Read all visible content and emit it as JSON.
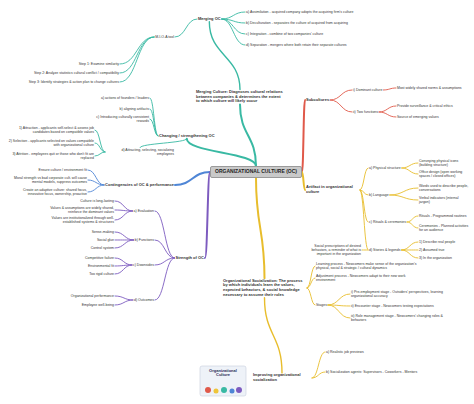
{
  "diagram": {
    "nodes": [
      {
        "text": [
          "ORGANIZATIONAL CULTURE (OC)"
        ]
      },
      {
        "text": [
          "Merging OC"
        ]
      },
      {
        "text": [
          "a) Assimilation - acquired company adopts the acquiring firm's culture"
        ]
      },
      {
        "text": [
          "b) Deculturation - separates the culture of acquired from acquiring"
        ]
      },
      {
        "text": [
          "c) Integration - combine of two companies' culture"
        ]
      },
      {
        "text": [
          "d) Separation - mergers where both retain their separate cultures"
        ]
      },
      {
        "text": [
          "M-I-O-A tool"
        ]
      },
      {
        "text": [
          "Step 1: Examine similarity"
        ]
      },
      {
        "text": [
          "Step 2: Analyze statistics cultural conflict / compatibility"
        ]
      },
      {
        "text": [
          "Step 3: Identify strategies & action plan to change cultures"
        ]
      },
      {
        "text": [
          "Merging Culture: Diagnoses cultural relations between companies & determines the extent to which culture will likely occur"
        ]
      },
      {
        "text": [
          "Changing / strengthening OC"
        ]
      },
      {
        "text": [
          "a) actions of founders / leaders"
        ]
      },
      {
        "text": [
          "b) aligning artifacts"
        ]
      },
      {
        "text": [
          "c) Introducing culturally consistent rewards"
        ]
      },
      {
        "text": [
          "d) Attracting, selecting, socializing employees"
        ]
      },
      {
        "text": [
          "1) Attraction - applicants self-select & assess job candidates based on compatible values"
        ]
      },
      {
        "text": [
          "2) Selection - applicants selected on values compatible with organizational culture"
        ]
      },
      {
        "text": [
          "3) Attrition - employees quit or those who don't fit are replaced"
        ]
      },
      {
        "text": [
          "Contingencies of OC & performance"
        ]
      },
      {
        "text": [
          "Ensure culture / environment fit"
        ]
      },
      {
        "text": [
          "Moral strength vs bad corporate cult. will cause mental models, suppress outcomes"
        ]
      },
      {
        "text": [
          "Create an adaptive culture: shared focus, innovative focus, ownership, proactive"
        ]
      },
      {
        "text": [
          "Strength of OC"
        ]
      },
      {
        "text": [
          "a) Evaluation"
        ]
      },
      {
        "text": [
          "Culture is long-lasting"
        ]
      },
      {
        "text": [
          "Values & assumptions are widely shared, reinforce the dominant values"
        ]
      },
      {
        "text": [
          "Values are institutionalized through well-established systems & structures"
        ]
      },
      {
        "text": [
          "b) Functions"
        ]
      },
      {
        "text": [
          "Sense-making"
        ]
      },
      {
        "text": [
          "Social glue"
        ]
      },
      {
        "text": [
          "Control system"
        ]
      },
      {
        "text": [
          "c) Downsides"
        ]
      },
      {
        "text": [
          "Competitive failure"
        ]
      },
      {
        "text": [
          "Environmental fit"
        ]
      },
      {
        "text": [
          "Too rigid culture"
        ]
      },
      {
        "text": [
          "d) Outcomes"
        ]
      },
      {
        "text": [
          "Organizational performance"
        ]
      },
      {
        "text": [
          "Employee well-being"
        ]
      },
      {
        "text": [
          "Subcultures"
        ]
      },
      {
        "text": [
          "i) Dominant culture"
        ]
      },
      {
        "text": [
          "Most widely shared norms & assumptions"
        ]
      },
      {
        "text": [
          "ii) Two functions"
        ]
      },
      {
        "text": [
          "Provide surveillance & critical ethics"
        ]
      },
      {
        "text": [
          "Source of emerging values"
        ]
      },
      {
        "text": [
          "Artifact in organizational culture"
        ]
      },
      {
        "text": [
          "a) Physical structure"
        ]
      },
      {
        "text": [
          "Conveying physical icons (building structure)"
        ]
      },
      {
        "text": [
          "Office design (open working spaces / closed offices)"
        ]
      },
      {
        "text": [
          "b) Language"
        ]
      },
      {
        "text": [
          "Words used to describe people, conversations"
        ]
      },
      {
        "text": [
          "Verbal indicators (internal jargon)"
        ]
      },
      {
        "text": [
          "c) Rituals & ceremonies"
        ]
      },
      {
        "text": [
          "Rituals - Programmed routines"
        ]
      },
      {
        "text": [
          "Ceremonies - Planned activities for an audience"
        ]
      },
      {
        "text": [
          "d) Stories & legends"
        ]
      },
      {
        "text": [
          "Social prescriptions of desired behaviors, a reminder of what is important in the organization"
        ]
      },
      {
        "text": [
          "1) Describe real people"
        ]
      },
      {
        "text": [
          "2) Assumed true"
        ]
      },
      {
        "text": [
          "3) In the organization"
        ]
      },
      {
        "text": [
          "Organizational Socialization: The process by which individuals learn the values, expected behaviors, & social knowledge necessary to assume their roles"
        ]
      },
      {
        "text": [
          "Learning process - Newcomers make sense of the organization's physical, social & strategic / cultural dynamics"
        ]
      },
      {
        "text": [
          "Adjustment process - Newcomers adapt to their new work environment"
        ]
      },
      {
        "text": [
          "Stages"
        ]
      },
      {
        "text": [
          "i) Pre-employment stage - Outsiders' perspectives, learning organizational accuracy"
        ]
      },
      {
        "text": [
          "ii) Encounter stage - Newcomers testing expectations"
        ]
      },
      {
        "text": [
          "iii) Role management stage - Newcomers' changing roles & behaviors"
        ]
      },
      {
        "text": [
          "Improving organizational socialization"
        ]
      },
      {
        "text": [
          "a) Realistic job previews"
        ]
      },
      {
        "text": [
          "b) Socialization agents: Supervisors - Coworkers - Mentors"
        ]
      }
    ],
    "edges": [
      {
        "from": 0,
        "to": 10,
        "arrow": "none"
      },
      {
        "from": 10,
        "to": 1,
        "arrow": "none"
      },
      {
        "from": 1,
        "to": 2,
        "arrow": "none"
      },
      {
        "from": 1,
        "to": 3,
        "arrow": "none"
      },
      {
        "from": 1,
        "to": 4,
        "arrow": "none"
      },
      {
        "from": 1,
        "to": 5,
        "arrow": "none"
      },
      {
        "from": 1,
        "to": 6,
        "arrow": "none"
      },
      {
        "from": 6,
        "to": 7,
        "arrow": "none"
      },
      {
        "from": 6,
        "to": 8,
        "arrow": "none"
      },
      {
        "from": 6,
        "to": 9,
        "arrow": "none"
      },
      {
        "from": 0,
        "to": 11,
        "arrow": "none"
      },
      {
        "from": 11,
        "to": 12,
        "arrow": "none"
      },
      {
        "from": 11,
        "to": 13,
        "arrow": "none"
      },
      {
        "from": 11,
        "to": 14,
        "arrow": "none"
      },
      {
        "from": 11,
        "to": 15,
        "arrow": "none"
      },
      {
        "from": 15,
        "to": 16,
        "arrow": "none"
      },
      {
        "from": 15,
        "to": 17,
        "arrow": "none"
      },
      {
        "from": 15,
        "to": 18,
        "arrow": "none"
      },
      {
        "from": 0,
        "to": 19,
        "arrow": "none"
      },
      {
        "from": 19,
        "to": 20,
        "arrow": "none"
      },
      {
        "from": 19,
        "to": 21,
        "arrow": "none"
      },
      {
        "from": 19,
        "to": 22,
        "arrow": "none"
      },
      {
        "from": 0,
        "to": 23,
        "arrow": "none"
      },
      {
        "from": 23,
        "to": 24,
        "arrow": "none"
      },
      {
        "from": 24,
        "to": 25,
        "arrow": "none"
      },
      {
        "from": 24,
        "to": 26,
        "arrow": "none"
      },
      {
        "from": 24,
        "to": 27,
        "arrow": "none"
      },
      {
        "from": 23,
        "to": 28,
        "arrow": "none"
      },
      {
        "from": 28,
        "to": 29,
        "arrow": "none"
      },
      {
        "from": 28,
        "to": 30,
        "arrow": "none"
      },
      {
        "from": 28,
        "to": 31,
        "arrow": "none"
      },
      {
        "from": 23,
        "to": 32,
        "arrow": "none"
      },
      {
        "from": 32,
        "to": 33,
        "arrow": "none"
      },
      {
        "from": 32,
        "to": 34,
        "arrow": "none"
      },
      {
        "from": 32,
        "to": 35,
        "arrow": "none"
      },
      {
        "from": 23,
        "to": 36,
        "arrow": "none"
      },
      {
        "from": 36,
        "to": 37,
        "arrow": "none"
      },
      {
        "from": 36,
        "to": 38,
        "arrow": "none"
      },
      {
        "from": 0,
        "to": 39,
        "arrow": "none"
      },
      {
        "from": 39,
        "to": 40,
        "arrow": "none"
      },
      {
        "from": 40,
        "to": 41,
        "arrow": "none"
      },
      {
        "from": 39,
        "to": 42,
        "arrow": "none"
      },
      {
        "from": 42,
        "to": 43,
        "arrow": "none"
      },
      {
        "from": 42,
        "to": 44,
        "arrow": "none"
      },
      {
        "from": 0,
        "to": 45,
        "arrow": "none"
      },
      {
        "from": 45,
        "to": 46,
        "arrow": "none"
      },
      {
        "from": 46,
        "to": 47,
        "arrow": "none"
      },
      {
        "from": 46,
        "to": 48,
        "arrow": "none"
      },
      {
        "from": 45,
        "to": 49,
        "arrow": "none"
      },
      {
        "from": 49,
        "to": 50,
        "arrow": "none"
      },
      {
        "from": 49,
        "to": 51,
        "arrow": "none"
      },
      {
        "from": 45,
        "to": 52,
        "arrow": "none"
      },
      {
        "from": 52,
        "to": 53,
        "arrow": "none"
      },
      {
        "from": 52,
        "to": 54,
        "arrow": "none"
      },
      {
        "from": 45,
        "to": 55,
        "arrow": "none"
      },
      {
        "from": 55,
        "to": 56,
        "arrow": "none"
      },
      {
        "from": 55,
        "to": 57,
        "arrow": "none"
      },
      {
        "from": 55,
        "to": 58,
        "arrow": "none"
      },
      {
        "from": 55,
        "to": 59,
        "arrow": "none"
      },
      {
        "from": 0,
        "to": 60,
        "arrow": "none"
      },
      {
        "from": 60,
        "to": 61,
        "arrow": "none"
      },
      {
        "from": 60,
        "to": 62,
        "arrow": "none"
      },
      {
        "from": 60,
        "to": 63,
        "arrow": "none"
      },
      {
        "from": 63,
        "to": 64,
        "arrow": "none"
      },
      {
        "from": 63,
        "to": 65,
        "arrow": "none"
      },
      {
        "from": 63,
        "to": 66,
        "arrow": "none"
      },
      {
        "from": 60,
        "to": 67,
        "arrow": "none"
      },
      {
        "from": 67,
        "to": 68,
        "arrow": "none"
      },
      {
        "from": 67,
        "to": 69,
        "arrow": "none"
      }
    ],
    "labels": [
      "Organizational Culture"
    ]
  }
}
